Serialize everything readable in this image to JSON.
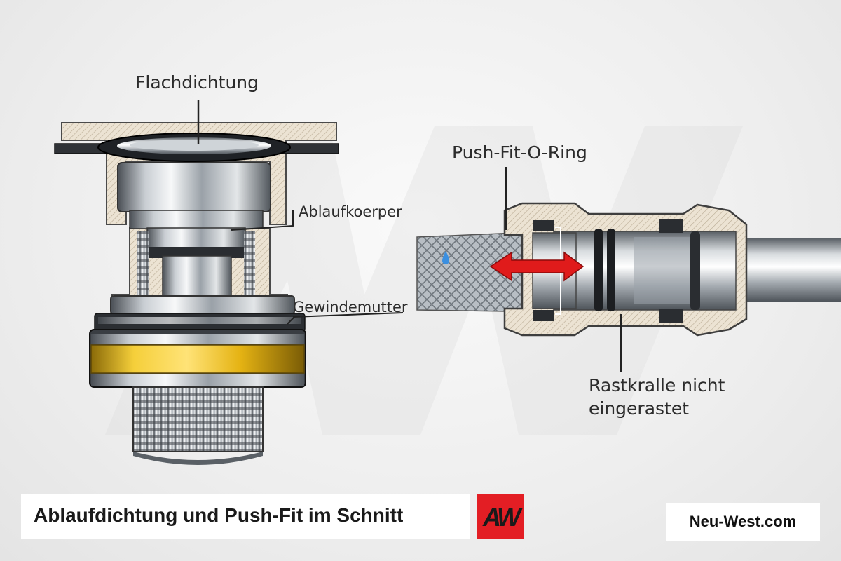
{
  "labels": {
    "flachdichtung": "Flachdichtung",
    "ablaufkoerper": "Ablaufkoerper",
    "gewindemutter": "Gewindemutter",
    "push_fit_o_ring": "Push-Fit-O-Ring",
    "rastkralle_line1": "Rastkralle nicht",
    "rastkralle_line2": "eingerastet"
  },
  "caption": "Ablaufdichtung und Push-Fit im Schnitt",
  "logo": "AW",
  "site": "Neu-West.com",
  "colors": {
    "brand_red": "#e31e24",
    "nut_yellow": "#f2c21b",
    "arrow_red": "#e01b1b",
    "water_drop": "#3a8fe0"
  }
}
